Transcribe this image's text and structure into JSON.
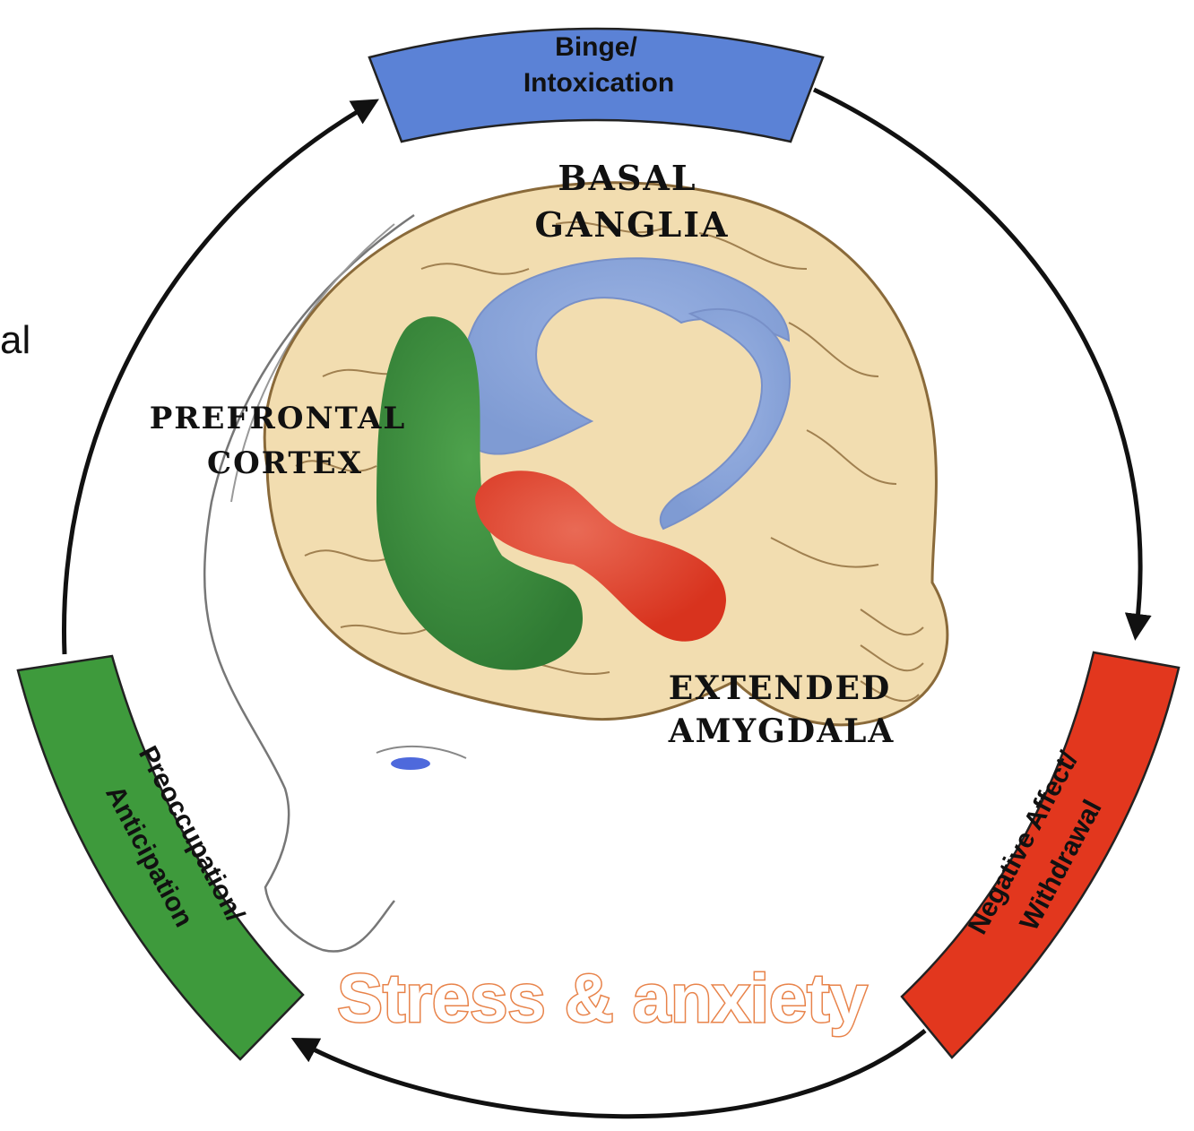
{
  "edge_fragment": "al",
  "stages": {
    "binge": {
      "line1": "Binge/",
      "line2": "Intoxication",
      "color": "#5b82d6"
    },
    "negative": {
      "line1": "Negative Affect/",
      "line2": "Withdrawal",
      "color": "#e2371e"
    },
    "preoccupation": {
      "line1": "Preoccupation/",
      "line2": "Anticipation",
      "color": "#3e9a3c"
    }
  },
  "regions": {
    "basal_ganglia": {
      "line1": "Basal",
      "line2": "Ganglia",
      "color": "#8aa6db"
    },
    "prefrontal_cortex": {
      "line1": "Prefrontal",
      "line2": "Cortex",
      "color": "#3f8a3f"
    },
    "extended_amygdala": {
      "line1": "Extended",
      "line2": "Amygdala",
      "color": "#e0402a"
    }
  },
  "overlay": {
    "text": "Stress & anxiety",
    "color": "#e8834a"
  },
  "brain_color": "#f2ddb0"
}
